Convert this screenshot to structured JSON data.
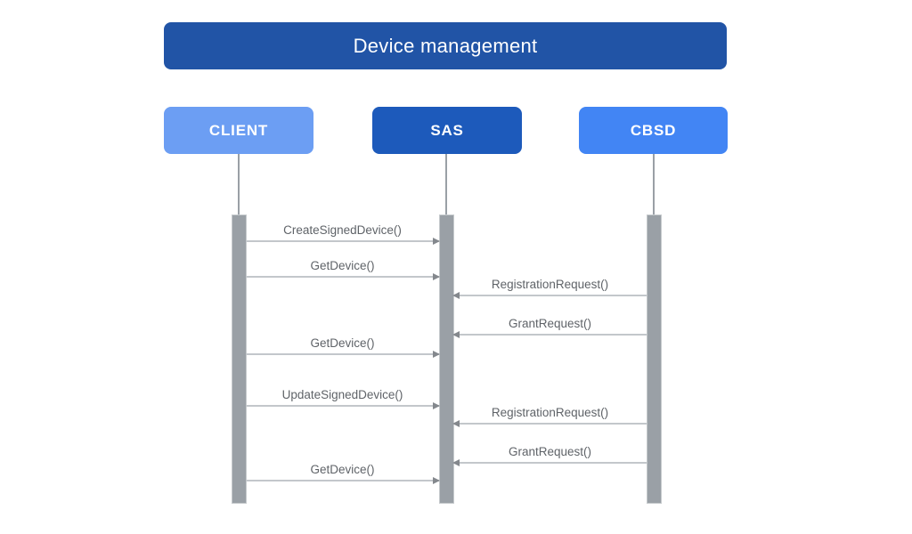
{
  "diagram": {
    "title": "Device management",
    "title_bg": "#2154A6",
    "actors": [
      {
        "id": "client",
        "label": "CLIENT",
        "color": "#6C9EF3"
      },
      {
        "id": "sas",
        "label": "SAS",
        "color": "#1D5ABB"
      },
      {
        "id": "cbsd",
        "label": "CBSD",
        "color": "#4285F4"
      }
    ],
    "messages": [
      {
        "label": "CreateSignedDevice()",
        "from": "CLIENT",
        "to": "SAS",
        "direction": "right"
      },
      {
        "label": "GetDevice()",
        "from": "CLIENT",
        "to": "SAS",
        "direction": "right"
      },
      {
        "label": "RegistrationRequest()",
        "from": "CBSD",
        "to": "SAS",
        "direction": "left"
      },
      {
        "label": "GrantRequest()",
        "from": "CBSD",
        "to": "SAS",
        "direction": "left"
      },
      {
        "label": "GetDevice()",
        "from": "CLIENT",
        "to": "SAS",
        "direction": "right"
      },
      {
        "label": "UpdateSignedDevice()",
        "from": "CLIENT",
        "to": "SAS",
        "direction": "right"
      },
      {
        "label": "RegistrationRequest()",
        "from": "CBSD",
        "to": "SAS",
        "direction": "left"
      },
      {
        "label": "GrantRequest()",
        "from": "CBSD",
        "to": "SAS",
        "direction": "left"
      },
      {
        "label": "GetDevice()",
        "from": "CLIENT",
        "to": "SAS",
        "direction": "right"
      }
    ],
    "colors": {
      "lifeline": "#9AA0A6",
      "activation_bar": "#9AA0A6",
      "message_line": "#C3C7CB",
      "message_text": "#5F6368",
      "arrowhead": "#84888D"
    }
  }
}
